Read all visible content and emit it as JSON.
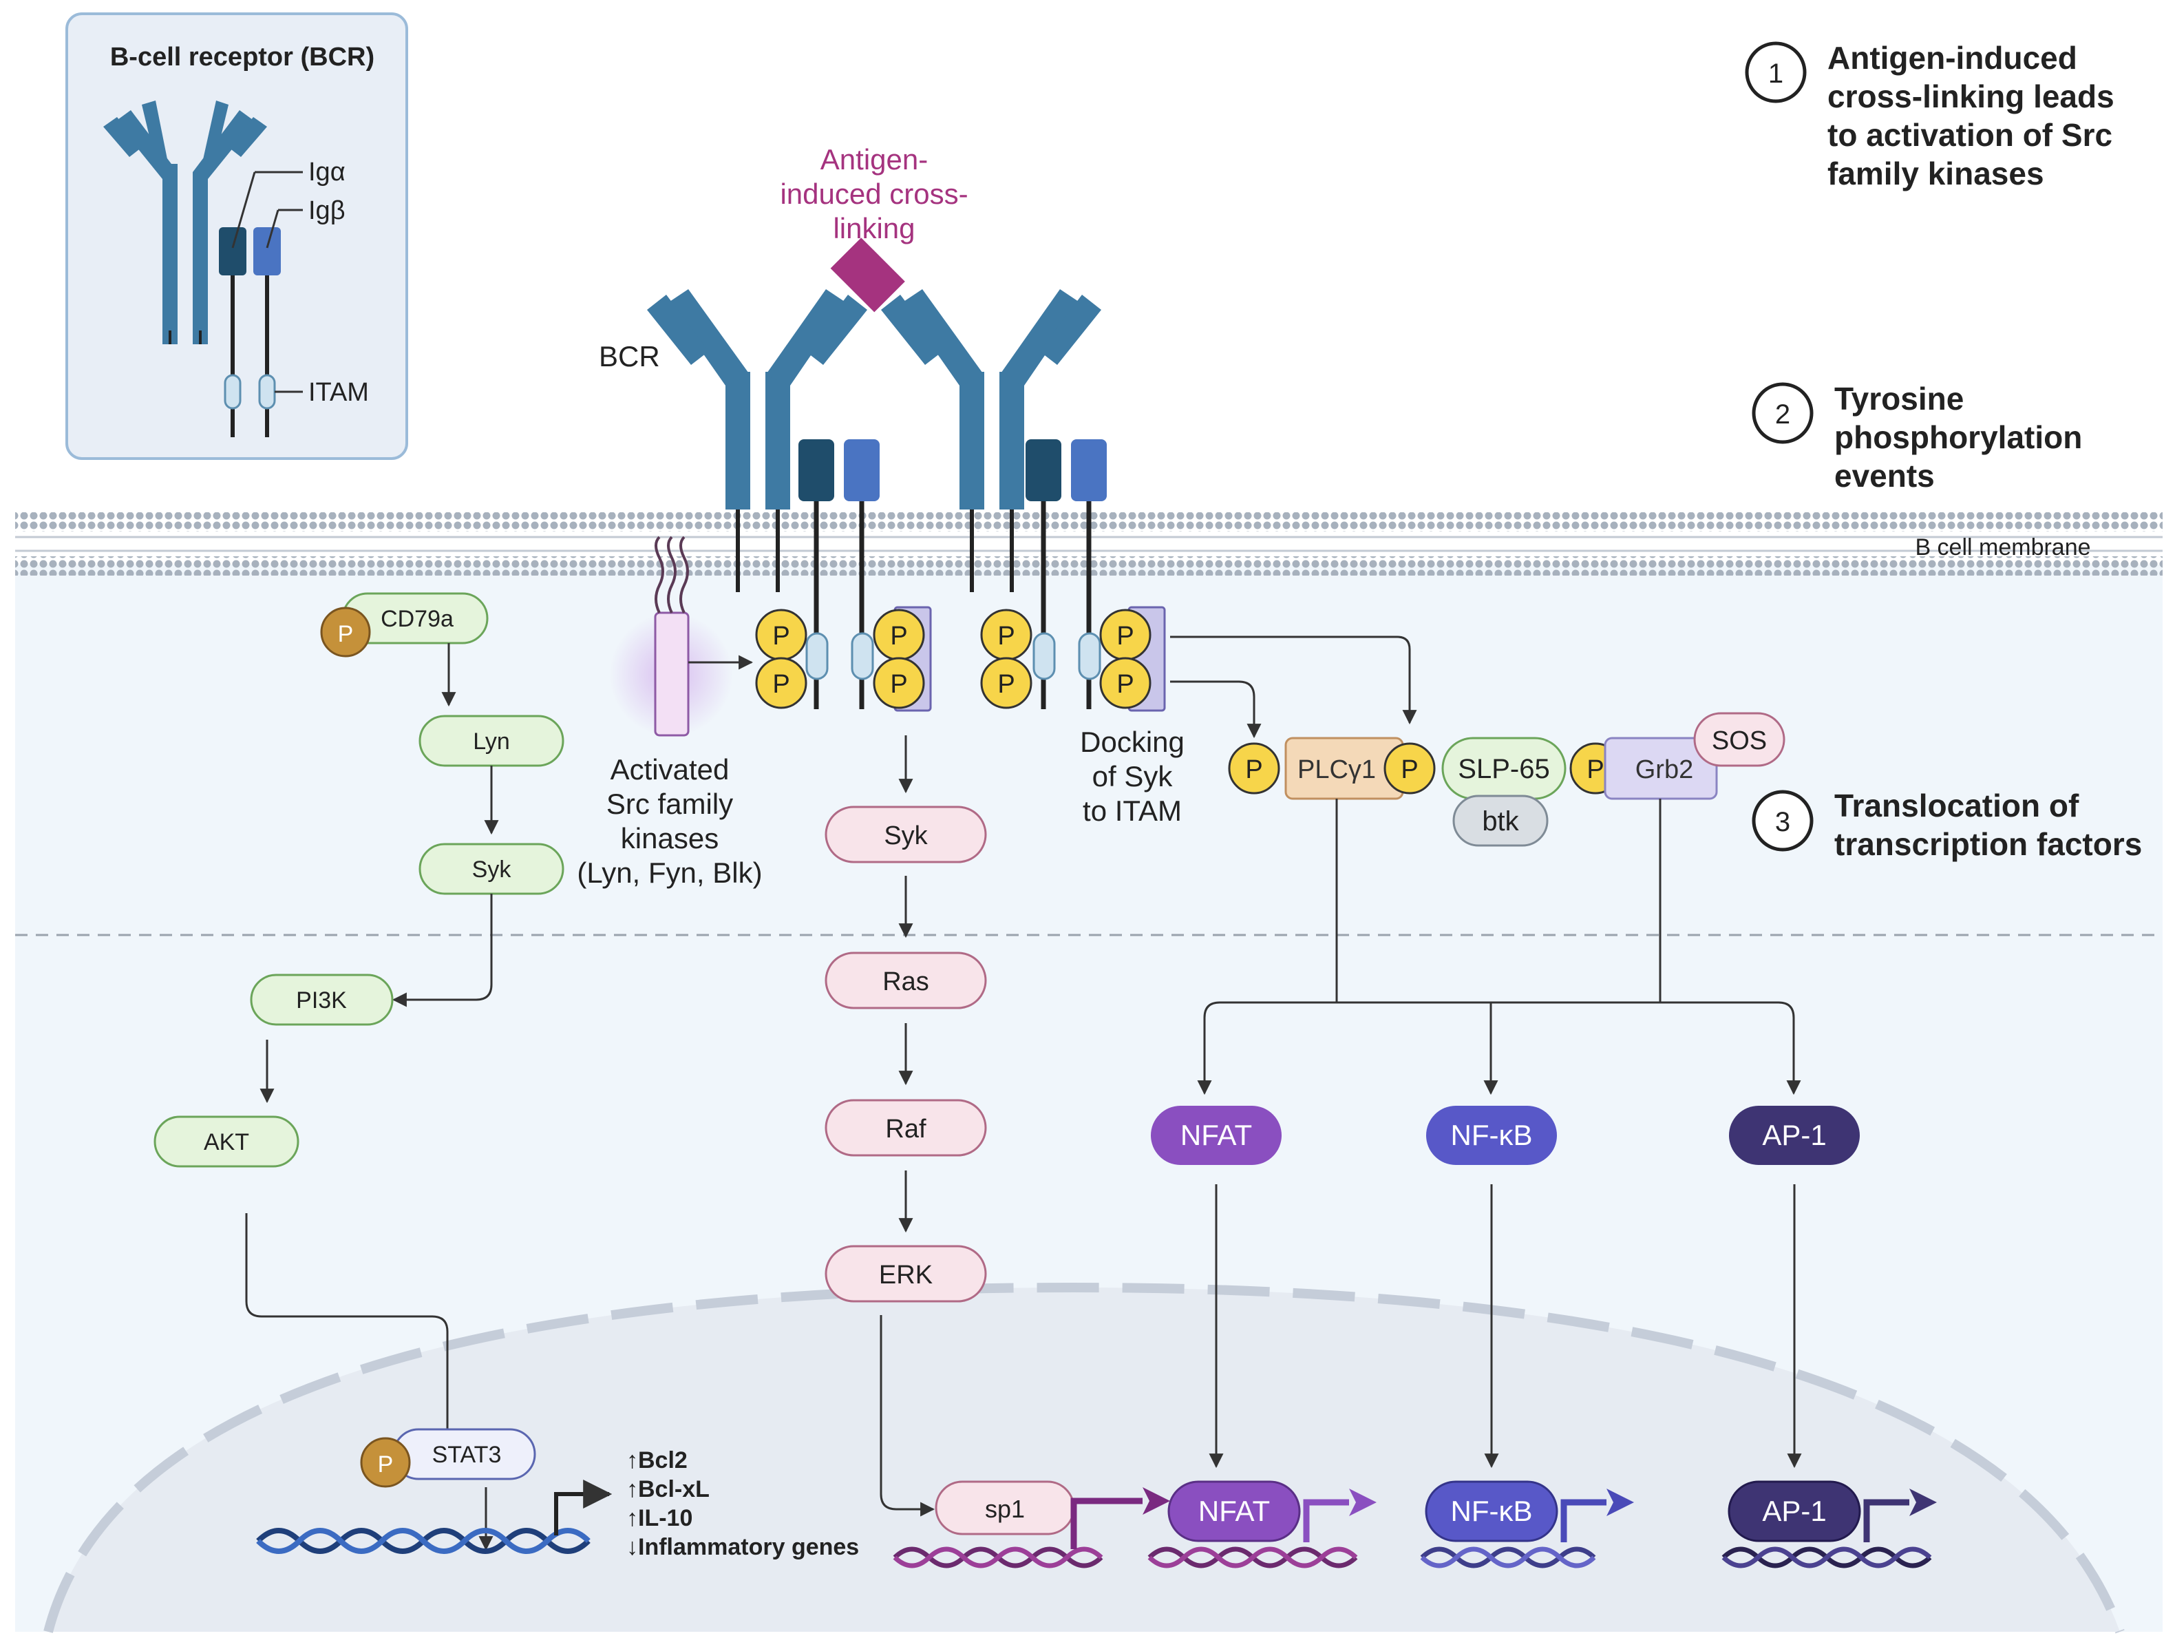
{
  "inset": {
    "title": "B-cell receptor (BCR)",
    "iga": "Igα",
    "igb": "Igβ",
    "itam": "ITAM"
  },
  "steps": [
    {
      "num": "1",
      "lines": [
        "Antigen-induced",
        "cross-linking leads",
        "to activation of Src",
        "family kinases"
      ]
    },
    {
      "num": "2",
      "lines": [
        "Tyrosine",
        "phosphorylation",
        "events"
      ]
    },
    {
      "num": "3",
      "lines": [
        "Translocation of",
        "transcription factors"
      ]
    }
  ],
  "antigen_label": [
    "Antigen-",
    "induced cross-",
    "linking"
  ],
  "bcr_label": "BCR",
  "membrane_label": "B cell membrane",
  "phospho": "P",
  "src_label": [
    "Activated",
    "Src family",
    "kinases",
    "(Lyn, Fyn, Blk)"
  ],
  "docking_label": [
    "Docking",
    "of Syk",
    "to ITAM"
  ],
  "left_path": {
    "cd79a": "CD79a",
    "lyn": "Lyn",
    "syk": "Syk",
    "pi3k": "PI3K",
    "akt": "AKT",
    "stat3": "STAT3"
  },
  "mid_path": {
    "syk": "Syk",
    "ras": "Ras",
    "raf": "Raf",
    "erk": "ERK",
    "sp1": "sp1"
  },
  "signaling": {
    "plcg1": "PLCγ1",
    "slp65": "SLP-65",
    "btk": "btk",
    "grb2": "Grb2",
    "sos": "SOS"
  },
  "tfs": {
    "nfat": "NFAT",
    "nfkb": "NF-κB",
    "ap1": "AP-1"
  },
  "genes": [
    "↑Bcl2",
    "↑Bcl-xL",
    "↑IL-10",
    "↓Inflammatory genes"
  ],
  "colors": {
    "receptor": "#3e7aa3",
    "iga": "#1f4d6b",
    "igb": "#4a74c2",
    "antigen": "#a5337f",
    "phospho": "#f7d54a",
    "green": "#e5f4dc",
    "pink": "#f8e4ea",
    "nfat": "#8a4fc0",
    "nfkb": "#5858c8",
    "ap1": "#3e3473"
  }
}
